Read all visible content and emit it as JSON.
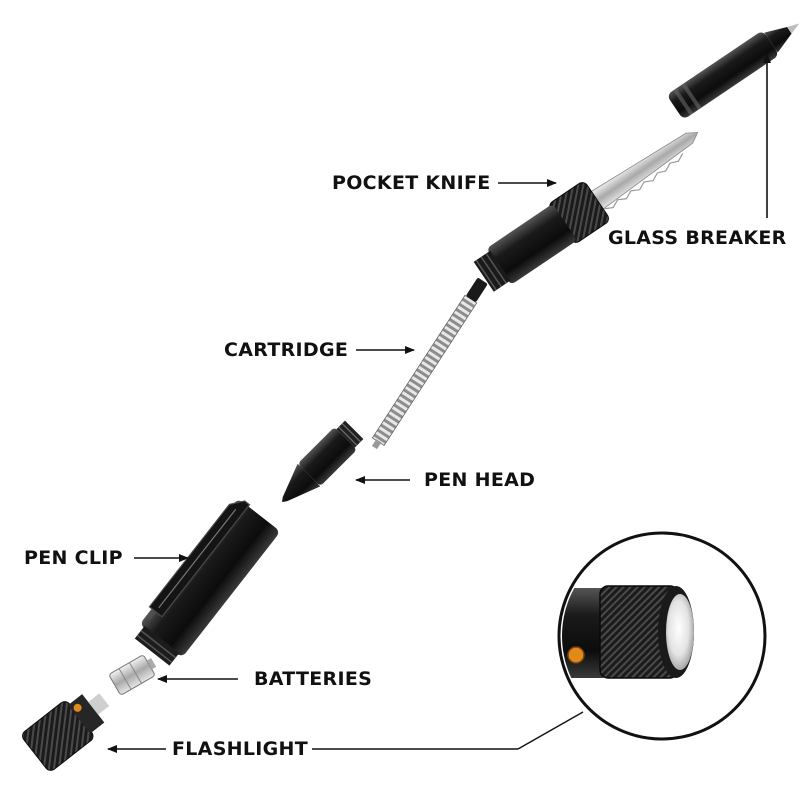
{
  "labels": {
    "pocket_knife": "POCKET KNIFE",
    "glass_breaker": "GLASS BREAKER",
    "cartridge": "CARTRIDGE",
    "pen_head": "PEN HEAD",
    "pen_clip": "PEN CLIP",
    "batteries": "BATTERIES",
    "flashlight": "FLASHLIGHT"
  },
  "colors": {
    "background": "#ffffff",
    "text": "#111111",
    "metal_dark": "#141414",
    "metal_mid": "#3a3a3a",
    "steel": "#c9c9c9",
    "led_amber": "#e08a1e"
  }
}
